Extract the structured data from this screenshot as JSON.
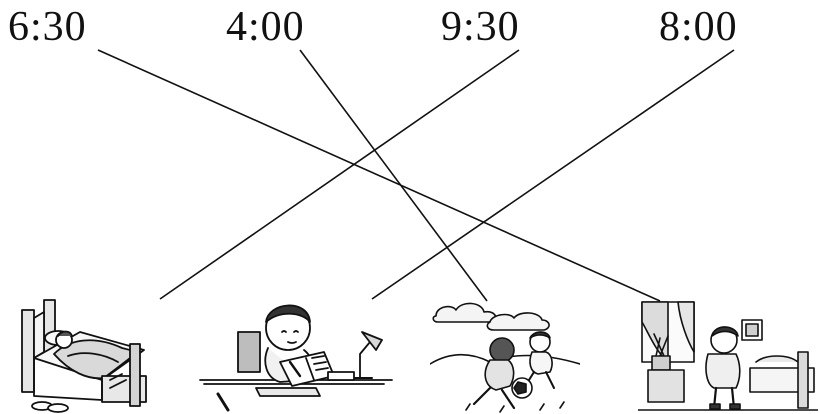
{
  "times": [
    {
      "label": "6:30",
      "matches_scene": 4
    },
    {
      "label": "4:00",
      "matches_scene": 3
    },
    {
      "label": "9:30",
      "matches_scene": 1
    },
    {
      "label": "8:00",
      "matches_scene": 2
    }
  ],
  "scenes": [
    {
      "id": 1,
      "icon": "sleeping-in-bed-icon"
    },
    {
      "id": 2,
      "icon": "doing-homework-icon"
    },
    {
      "id": 3,
      "icon": "playing-football-icon"
    },
    {
      "id": 4,
      "icon": "getting-up-in-bedroom-icon"
    }
  ],
  "colors": {
    "ink": "#111111",
    "paper": "#ffffff"
  }
}
